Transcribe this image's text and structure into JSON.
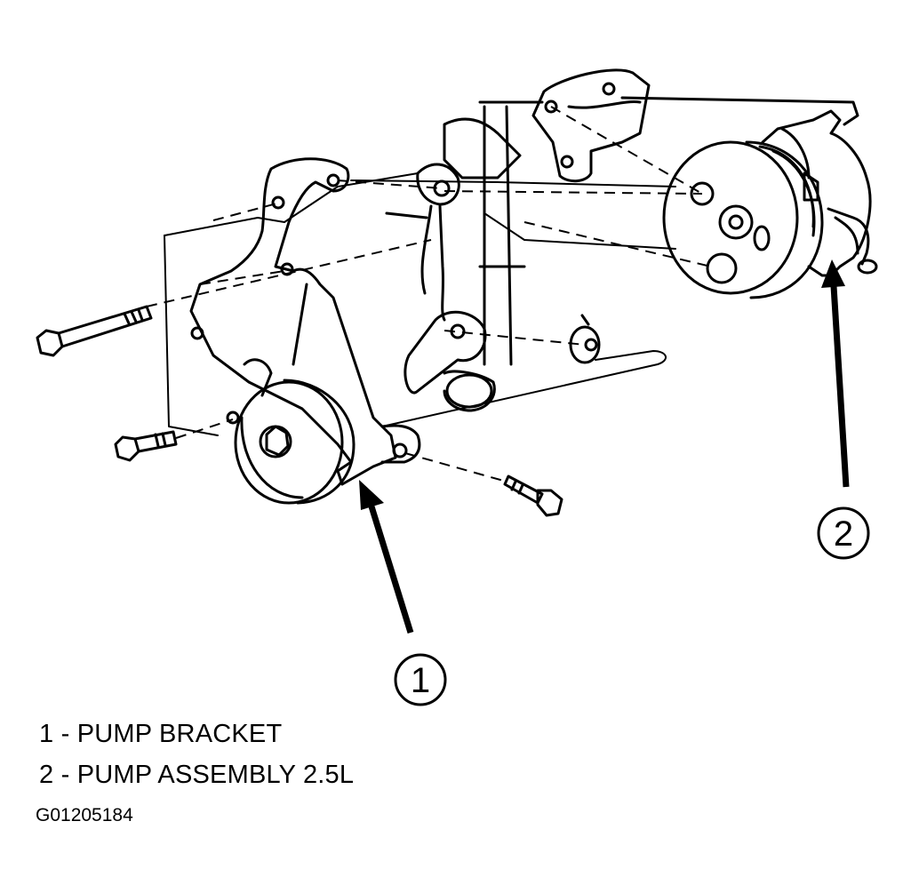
{
  "callouts": {
    "one": "1",
    "two": "2"
  },
  "legend": {
    "item_1": "1 - PUMP BRACKET",
    "item_2": "2 - PUMP ASSEMBLY 2.5L"
  },
  "figure_id": "G01205184",
  "colors": {
    "line": "#000000",
    "background": "#ffffff"
  }
}
